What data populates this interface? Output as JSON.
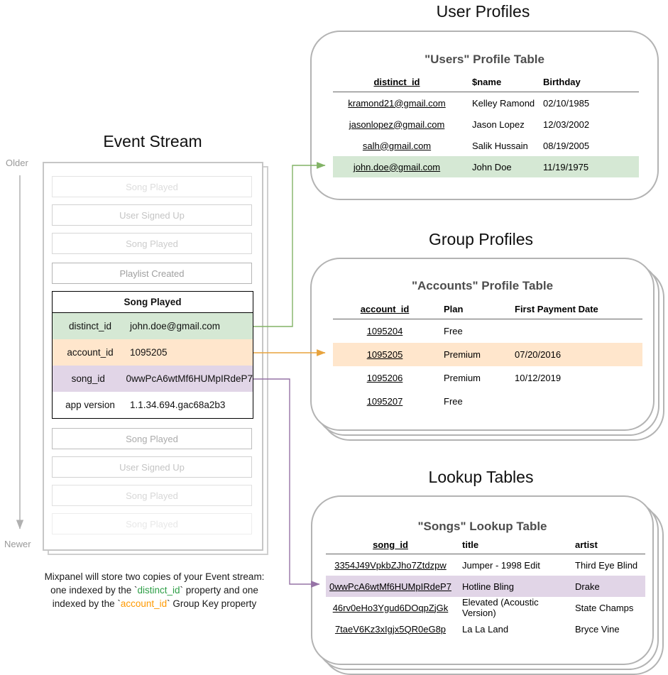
{
  "titles": {
    "event_stream": "Event Stream",
    "user_profiles": "User Profiles",
    "group_profiles": "Group Profiles",
    "lookup_tables": "Lookup Tables"
  },
  "timeline": {
    "older": "Older",
    "newer": "Newer"
  },
  "event_stream": {
    "items_before": [
      "Song Played",
      "User Signed Up",
      "Song Played",
      "Playlist Created"
    ],
    "detail": {
      "header": "Song Played",
      "rows": [
        {
          "key": "distinct_id",
          "value": "john.doe@gmail.com",
          "highlight": "green"
        },
        {
          "key": "account_id",
          "value": "1095205",
          "highlight": "orange"
        },
        {
          "key": "song_id",
          "value": "0wwPcA6wtMf6HUMpIRdeP7",
          "highlight": "purple"
        },
        {
          "key": "app version",
          "value": "1.1.34.694.gac68a2b3",
          "highlight": "none"
        }
      ]
    },
    "items_after": [
      "Song Played",
      "User Signed Up",
      "Song Played",
      "Song Played"
    ]
  },
  "users_table": {
    "title": "\"Users\" Profile Table",
    "headers": [
      "distinct_id",
      "$name",
      "Birthday"
    ],
    "rows": [
      [
        "kramond21@gmail.com",
        "Kelley Ramond",
        "02/10/1985"
      ],
      [
        "jasonlopez@gmail.com",
        "Jason Lopez",
        "12/03/2002"
      ],
      [
        "salh@gmail.com",
        "Salik Hussain",
        "08/19/2005"
      ],
      [
        "john.doe@gmail.com",
        "John Doe",
        "11/19/1975"
      ]
    ],
    "highlighted_row": 3
  },
  "accounts_table": {
    "title": "\"Accounts\" Profile Table",
    "headers": [
      "account_id",
      "Plan",
      "First Payment Date"
    ],
    "rows": [
      [
        "1095204",
        "Free",
        ""
      ],
      [
        "1095205",
        "Premium",
        "07/20/2016"
      ],
      [
        "1095206",
        "Premium",
        "10/12/2019"
      ],
      [
        "1095207",
        "Free",
        ""
      ]
    ],
    "highlighted_row": 1
  },
  "songs_table": {
    "title": "\"Songs\" Lookup Table",
    "headers": [
      "song_id",
      "title",
      "artist"
    ],
    "rows": [
      [
        "3354J49VpkbZJho7Ztdzpw",
        "Jumper - 1998 Edit",
        "Third Eye Blind"
      ],
      [
        "0wwPcA6wtMf6HUMpIRdeP7",
        "Hotline Bling",
        "Drake"
      ],
      [
        "46rv0eHo3Ygud6DOqpZjGk",
        "Elevated (Acoustic Version)",
        "State Champs"
      ],
      [
        "7taeV6Kz3xIgjx5QR0eG8p",
        "La La Land",
        "Bryce Vine"
      ]
    ],
    "highlighted_row": 1
  },
  "caption": {
    "line1": "Mixpanel will store two copies of your Event stream:",
    "line2_pre": "one indexed by the `",
    "line2_key": "distinct_id",
    "line2_post": "` property and one",
    "line3_pre": "indexed by the `",
    "line3_key": "account_id",
    "line3_post": "` Group Key property"
  },
  "colors": {
    "green_fill": "#d5e8d4",
    "orange_fill": "#ffe6cc",
    "purple_fill": "#e1d5e7",
    "green_arrow": "#82b366",
    "orange_arrow": "#e8a33d",
    "purple_arrow": "#9673a6",
    "caption_green": "#2d9e46",
    "caption_orange": "#ff9900",
    "card_border": "#b3b3b3",
    "timeline_gray": "#b0b0b0"
  }
}
